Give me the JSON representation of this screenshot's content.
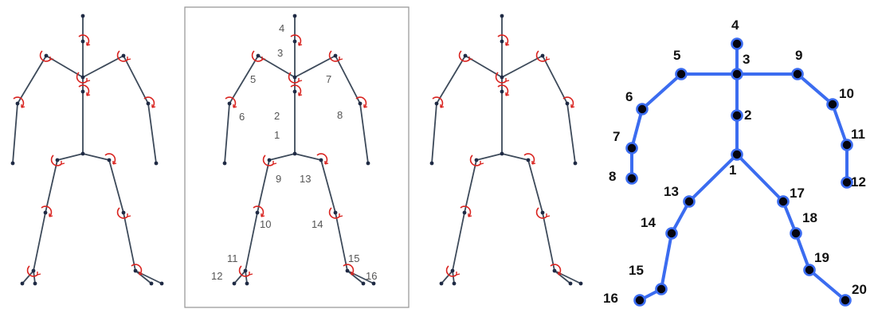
{
  "colors": {
    "skeleton_line": "#3d4a5a",
    "joint_dot": "#1f2a44",
    "angle_arc": "#d9231f",
    "blue_line": "#3b6cf0",
    "blue_joint_fill": "#050510",
    "frame_border": "#9a9a9a"
  },
  "panel2_labels": [
    "1",
    "2",
    "3",
    "4",
    "5",
    "6",
    "7",
    "8",
    "9",
    "10",
    "11",
    "12",
    "13",
    "14",
    "15",
    "16"
  ],
  "panel4_labels": [
    "1",
    "2",
    "3",
    "4",
    "5",
    "6",
    "7",
    "8",
    "9",
    "10",
    "11",
    "12",
    "13",
    "14",
    "15",
    "16",
    "17",
    "18",
    "19",
    "20"
  ]
}
